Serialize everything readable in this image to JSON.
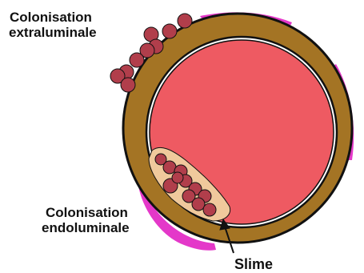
{
  "labels": {
    "extraluminal_line1": "Colonisation",
    "extraluminal_line2": "extraluminale",
    "endoluminal_line1": "Colonisation",
    "endoluminal_line2": "endoluminale",
    "slime": "Slime"
  },
  "colors": {
    "catheter_wall": "#a47424",
    "lumen": "#ee5a62",
    "biofilm": "#e438c9",
    "slime_matrix": "#f0c99c",
    "bacteria": "#b13e4b",
    "outline": "#111111"
  }
}
